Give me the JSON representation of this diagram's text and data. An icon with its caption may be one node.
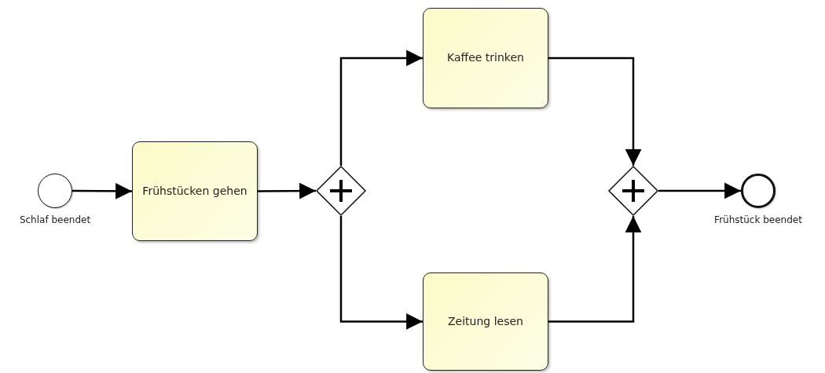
{
  "diagram": {
    "nodes": [
      {
        "text": [],
        "shape": "circle",
        "beside": [
          "Schlaf beendet"
        ]
      },
      {
        "text": [
          "Frühstücken gehen"
        ]
      },
      {
        "text": [],
        "shape": "diamond"
      },
      {
        "text": [
          "Kaffee trinken"
        ]
      },
      {
        "text": [
          "Zeitung lesen"
        ]
      },
      {
        "text": [],
        "shape": "diamond"
      },
      {
        "text": [],
        "shape": "circle",
        "beside": [
          "Frühstück beendet"
        ]
      }
    ],
    "edges": [
      {
        "from": 0,
        "to": 1,
        "arrow": "to"
      },
      {
        "from": 1,
        "to": 2,
        "arrow": "to"
      },
      {
        "from": 2,
        "to": 3,
        "arrow": "to"
      },
      {
        "from": 2,
        "to": 4,
        "arrow": "to"
      },
      {
        "from": 3,
        "to": 5,
        "arrow": "to"
      },
      {
        "from": 4,
        "to": 5,
        "arrow": "to"
      },
      {
        "from": 5,
        "to": 6,
        "arrow": "to"
      }
    ]
  }
}
